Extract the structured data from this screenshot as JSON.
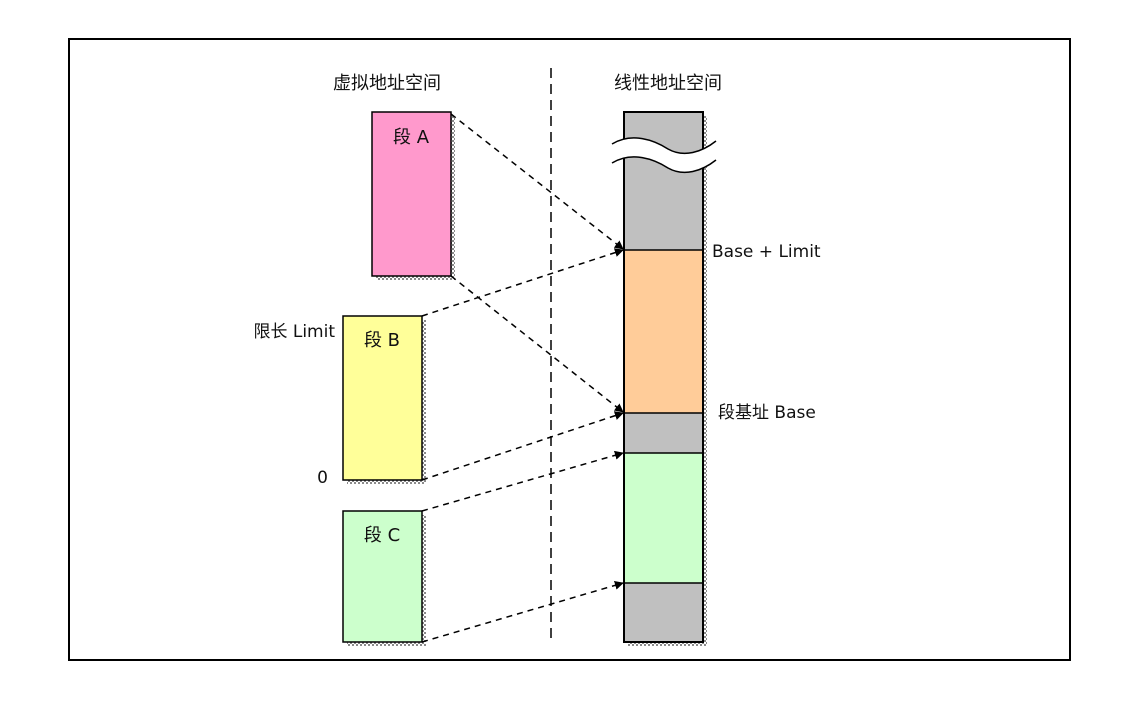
{
  "titles": {
    "virtual_space": "虚拟地址空间",
    "linear_space": "线性地址空间"
  },
  "segments": {
    "a": {
      "label": "段 A",
      "color": "#ff99cc"
    },
    "b": {
      "label": "段 B",
      "color": "#ffff99"
    },
    "c": {
      "label": "段 C",
      "color": "#ccffcc"
    }
  },
  "labels": {
    "limit": "限长 Limit",
    "zero": "0",
    "base_plus_limit": "Base + Limit",
    "segment_base": "段基址 Base"
  },
  "colors": {
    "mapped_region": "#ffcc99",
    "unmapped_region": "#c0c0c0",
    "shadow": "#999999",
    "border": "#000000"
  }
}
